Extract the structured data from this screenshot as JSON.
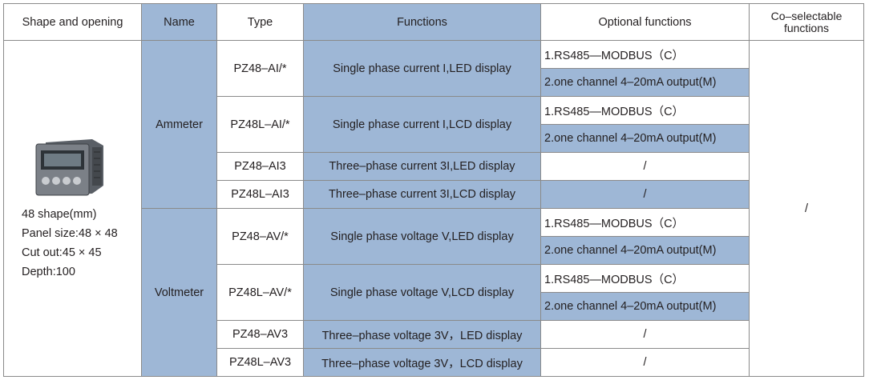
{
  "headers": {
    "shape": "Shape and opening",
    "name": "Name",
    "type": "Type",
    "functions": "Functions",
    "optional": "Optional functions",
    "coselectable": "Co–selectable functions"
  },
  "shape": {
    "line1": "48 shape(mm)",
    "line2": "Panel size:48 × 48",
    "line3": "Cut out:45 × 45",
    "line4": "Depth:100"
  },
  "names": {
    "ammeter": "Ammeter",
    "voltmeter": "Voltmeter"
  },
  "rows": [
    {
      "type": "PZ48–AI/*",
      "function": "Single phase current I,LED display",
      "opt1": "1.RS485—MODBUS（C）",
      "opt2": "2.one channel 4–20mA output(M)"
    },
    {
      "type": "PZ48L–AI/*",
      "function": "Single phase current I,LCD display",
      "opt1": "1.RS485—MODBUS（C）",
      "opt2": "2.one channel 4–20mA output(M)"
    },
    {
      "type": "PZ48–AI3",
      "function": "Three–phase current 3I,LED display",
      "opt": "/"
    },
    {
      "type": "PZ48L–AI3",
      "function": "Three–phase current 3I,LCD display",
      "opt": "/"
    },
    {
      "type": "PZ48–AV/*",
      "function": "Single phase voltage V,LED display",
      "opt1": "1.RS485—MODBUS（C）",
      "opt2": "2.one channel 4–20mA output(M)"
    },
    {
      "type": "PZ48L–AV/*",
      "function": "Single phase voltage V,LCD display",
      "opt1": "1.RS485—MODBUS（C）",
      "opt2": "2.one channel 4–20mA output(M)"
    },
    {
      "type": "PZ48–AV3",
      "function": "Three–phase voltage 3V，LED display",
      "opt": "/"
    },
    {
      "type": "PZ48L–AV3",
      "function": "Three–phase voltage 3V，LCD display",
      "opt": "/"
    }
  ],
  "coselectable_value": "/"
}
